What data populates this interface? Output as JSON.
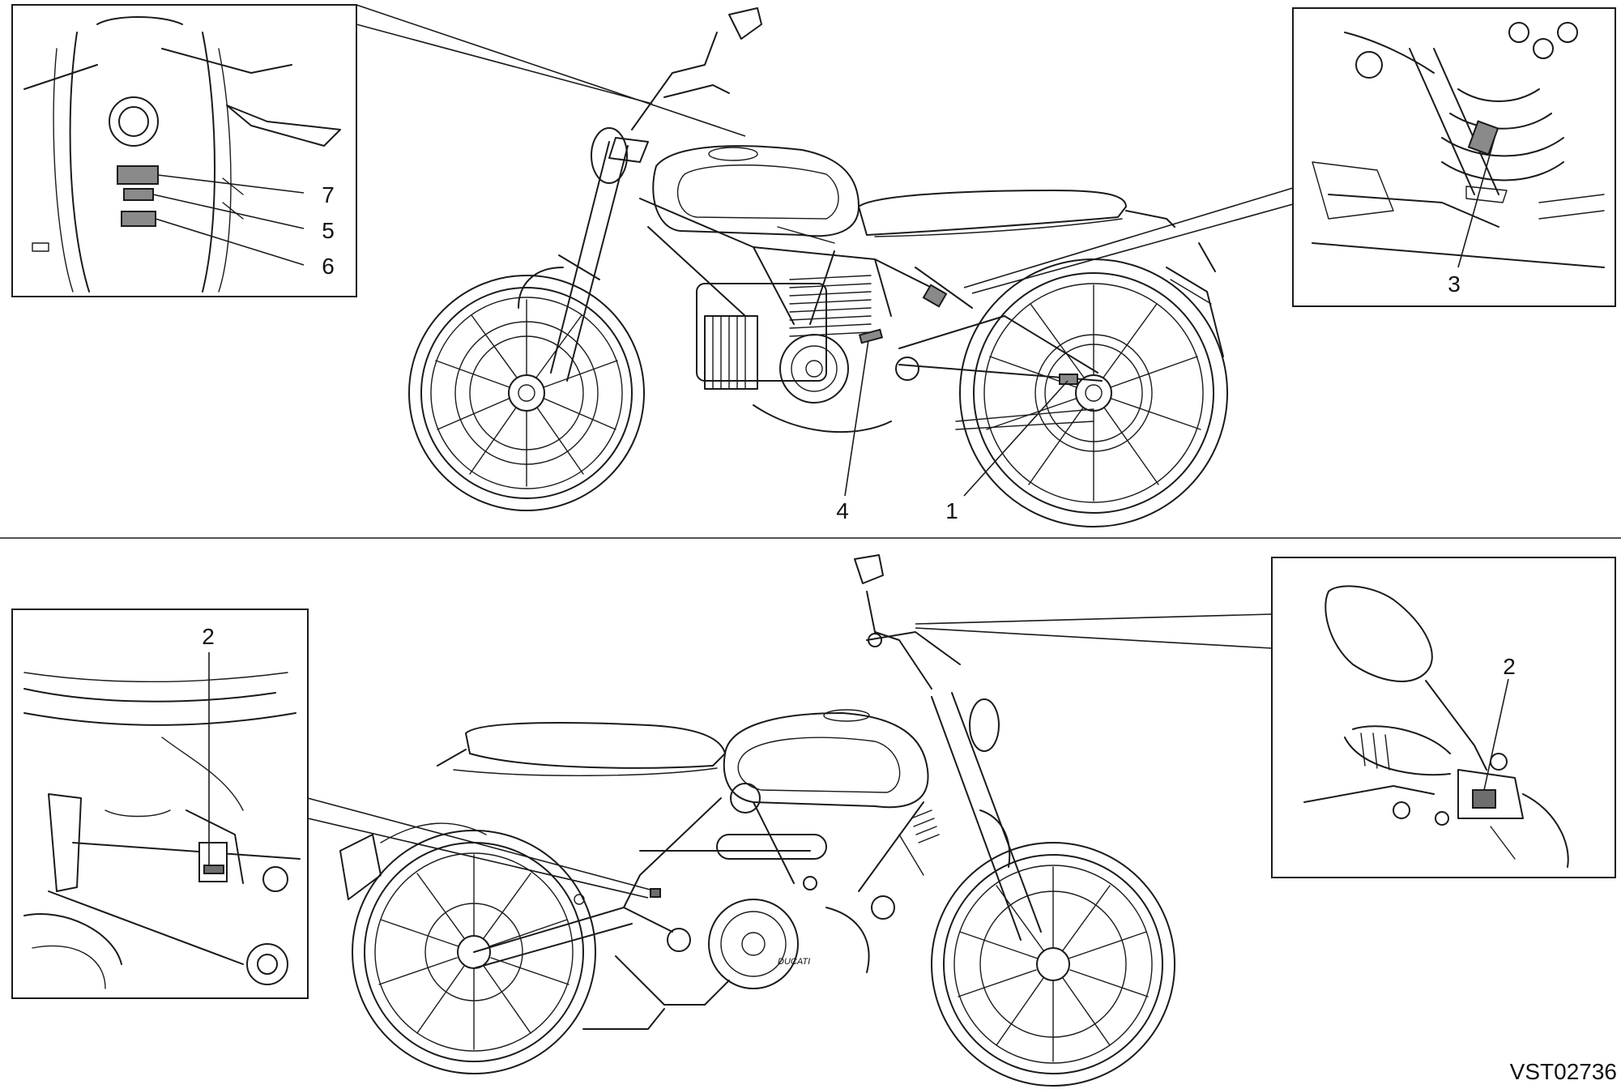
{
  "drawing_code": "VST02736",
  "brand_mark": "DUCATI",
  "callouts": {
    "top_main": {
      "one": "1",
      "four": "4"
    },
    "top_left_inset": {
      "seven": "7",
      "five": "5",
      "six": "6"
    },
    "top_right_inset": {
      "three": "3"
    },
    "bottom_left_inset": {
      "two": "2"
    },
    "bottom_right_inset": {
      "two": "2"
    }
  },
  "colors": {
    "line": "#1a1a1a",
    "label_patch": "#8a8a8a",
    "background": "#ffffff"
  }
}
